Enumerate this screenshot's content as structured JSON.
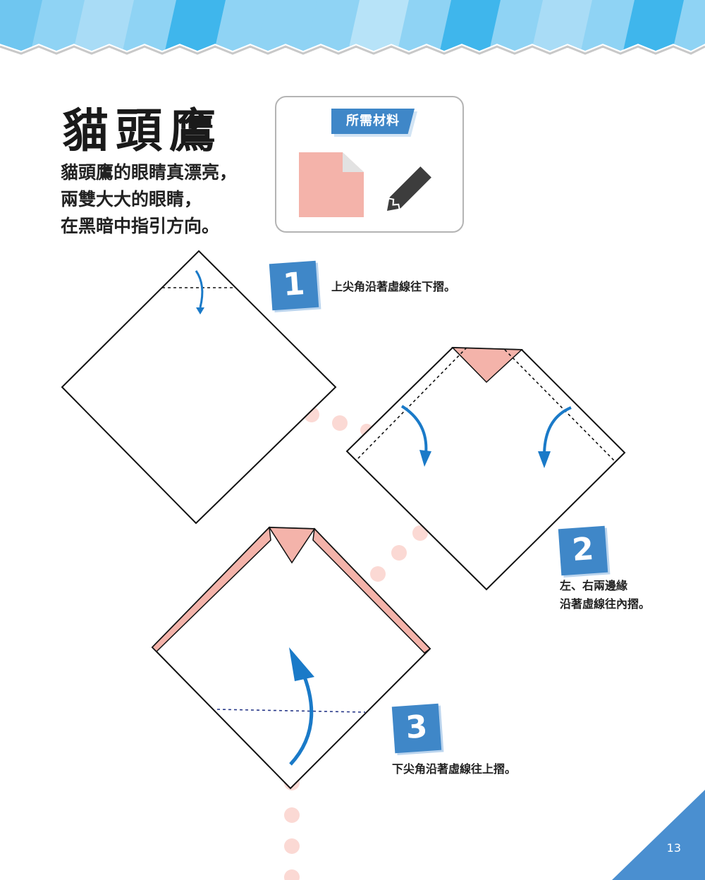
{
  "title": "貓頭鷹",
  "subtitle_lines": [
    "貓頭鷹的眼睛真漂亮，",
    "兩雙大大的眼睛，",
    "在黑暗中指引方向。"
  ],
  "materials": {
    "label": "所需材料",
    "items": [
      "paper-square-icon",
      "pencil-icon"
    ]
  },
  "steps": [
    {
      "number": "1",
      "lines": [
        "上尖角沿著虛線往下摺。"
      ]
    },
    {
      "number": "2",
      "lines": [
        "左、右兩邊緣",
        "沿著虛線往內摺。"
      ]
    },
    {
      "number": "3",
      "lines": [
        "下尖角沿著虛線往上摺。"
      ]
    }
  ],
  "page_number": "13",
  "colors": {
    "accent_blue": "#3f87c8",
    "arrow_blue": "#1a7ac8",
    "paper_pink": "#f4b3aa",
    "dot_pink": "#fbd9d4",
    "banner_blue": "#3fb6ec"
  }
}
